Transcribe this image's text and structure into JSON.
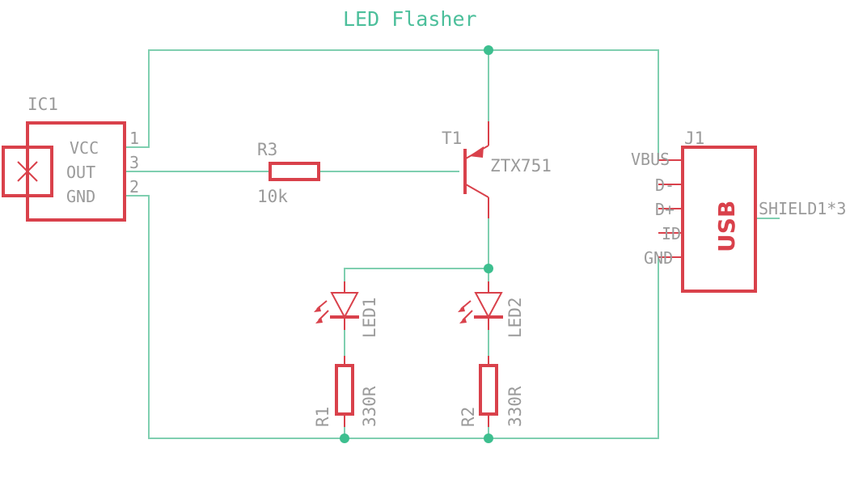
{
  "title": "LED Flasher",
  "ic1": {
    "name": "IC1",
    "pins": [
      "VCC",
      "OUT",
      "GND"
    ],
    "pin_numbers": [
      "1",
      "3",
      "2"
    ]
  },
  "r3": {
    "name": "R3",
    "value": "10k"
  },
  "t1": {
    "name": "T1",
    "value": "ZTX751"
  },
  "j1": {
    "name": "J1",
    "body": "USB",
    "pins": [
      "VBUS",
      "D-",
      "D+",
      "ID",
      "GND"
    ],
    "shield": "SHIELD1*3"
  },
  "led1": {
    "name": "LED1"
  },
  "led2": {
    "name": "LED2"
  },
  "r1": {
    "name": "R1",
    "value": "330R"
  },
  "r2": {
    "name": "R2",
    "value": "330R"
  },
  "colors": {
    "wire": "#7fcfb0",
    "junction": "#3dbf8f",
    "part": "#d9414b",
    "label": "#9a9a9a",
    "title": "#4cbf9b"
  }
}
